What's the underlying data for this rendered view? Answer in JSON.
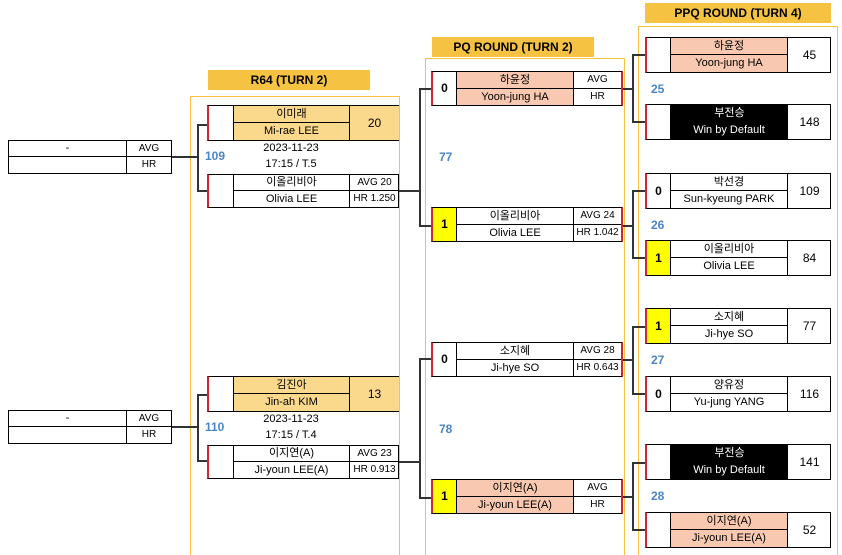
{
  "headers": {
    "r64": "R64 (TURN 2)",
    "pq": "PQ ROUND (TURN 2)",
    "ppq": "PPQ ROUND (TURN 4)"
  },
  "left_entries": [
    {
      "name": "-",
      "avg": "AVG",
      "hr": "HR"
    },
    {
      "name": "-",
      "avg": "AVG",
      "hr": "HR"
    }
  ],
  "r64_matches": [
    {
      "number": "109",
      "info_date": "2023-11-23",
      "info_time": "17:15 / T.5",
      "top": {
        "kor": "이미래",
        "eng": "Mi-rae LEE",
        "score": "20"
      },
      "bottom": {
        "kor": "이올리비아",
        "eng": "Olivia LEE",
        "avg": "AVG 20",
        "hr": "HR 1.250"
      }
    },
    {
      "number": "110",
      "info_date": "2023-11-23",
      "info_time": "17:15 / T.4",
      "top": {
        "kor": "김진아",
        "eng": "Jin-ah KIM",
        "score": "13"
      },
      "bottom": {
        "kor": "이지연(A)",
        "eng": "Ji-youn LEE(A)",
        "avg": "AVG 23",
        "hr": "HR 0.913"
      }
    }
  ],
  "pq_match_numbers": [
    "77",
    "78"
  ],
  "pq_entries": [
    {
      "seed": "0",
      "kor": "하윤정",
      "eng": "Yoon-jung HA",
      "avg": "AVG",
      "hr": "HR"
    },
    {
      "seed": "1",
      "kor": "이올리비아",
      "eng": "Olivia LEE",
      "avg": "AVG 24",
      "hr": "HR 1.042"
    },
    {
      "seed": "0",
      "kor": "소지혜",
      "eng": "Ji-hye SO",
      "avg": "AVG 28",
      "hr": "HR 0.643"
    },
    {
      "seed": "1",
      "kor": "이지연(A)",
      "eng": "Ji-youn LEE(A)",
      "avg": "AVG",
      "hr": "HR"
    }
  ],
  "ppq_match_numbers": [
    "25",
    "26",
    "27",
    "28"
  ],
  "ppq_entries": [
    {
      "seed": "",
      "kor": "하윤정",
      "eng": "Yoon-jung HA",
      "score": "45"
    },
    {
      "seed": "",
      "kor": "부전승",
      "eng": "Win by Default",
      "score": "148"
    },
    {
      "seed": "0",
      "kor": "박선경",
      "eng": "Sun-kyeung PARK",
      "score": "109"
    },
    {
      "seed": "1",
      "kor": "이올리비아",
      "eng": "Olivia LEE",
      "score": "84"
    },
    {
      "seed": "1",
      "kor": "소지혜",
      "eng": "Ji-hye SO",
      "score": "77"
    },
    {
      "seed": "0",
      "kor": "양유정",
      "eng": "Yu-jung YANG",
      "score": "116"
    },
    {
      "seed": "",
      "kor": "부전승",
      "eng": "Win by Default",
      "score": "141"
    },
    {
      "seed": "",
      "kor": "이지연(A)",
      "eng": "Ji-youn LEE(A)",
      "score": "52"
    }
  ],
  "colors": {
    "header_bg": "#f5c242",
    "peach": "#f8c9b0",
    "gold": "#fbd98c",
    "winner": "#ffff00",
    "match_number": "#4a86c5",
    "accent_red": "#d0282e"
  }
}
